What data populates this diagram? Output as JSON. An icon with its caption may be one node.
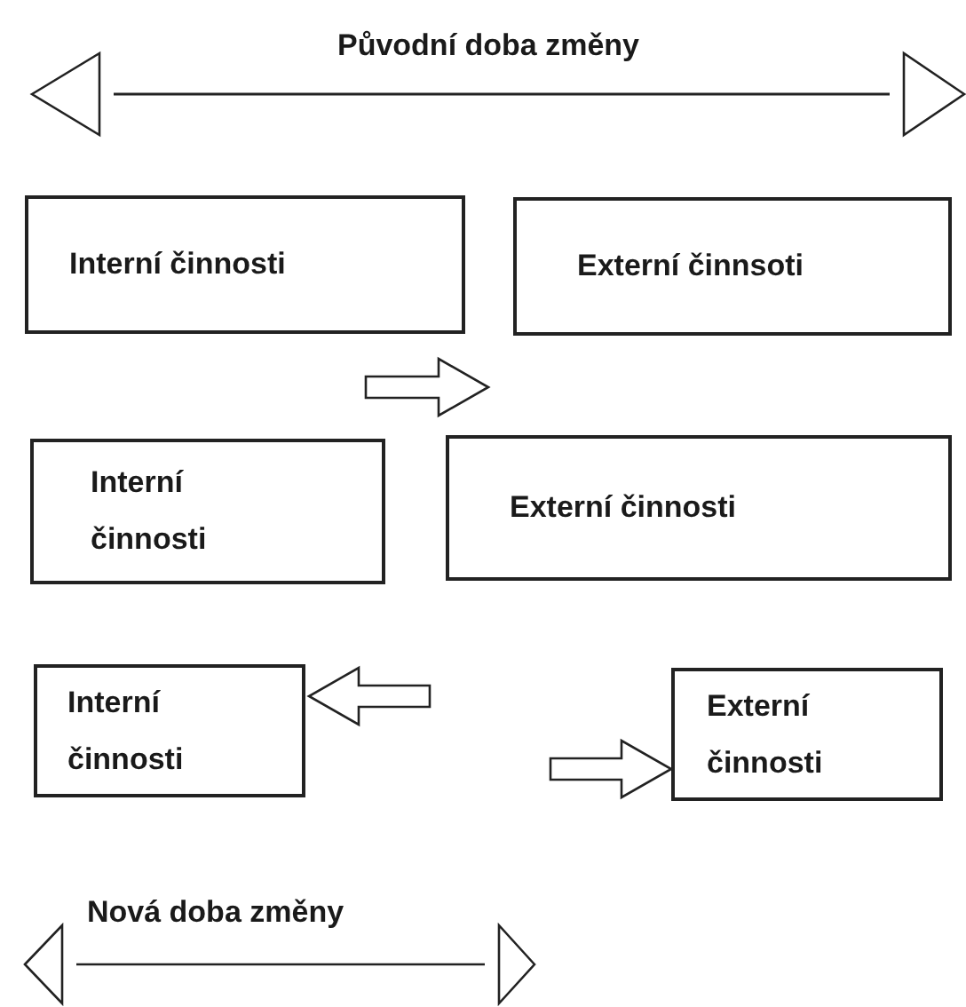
{
  "diagram": {
    "nodes": [
      {
        "text": [
          "Interní činnosti"
        ]
      },
      {
        "text": [
          "Externí činnsoti"
        ]
      },
      {
        "text": [
          "Interní činnosti"
        ]
      },
      {
        "text": [
          "Externí činnosti"
        ]
      },
      {
        "text": [
          "Interní činnosti"
        ]
      },
      {
        "text": [
          "Externí činnosti"
        ]
      }
    ],
    "edges": [
      {
        "from": null,
        "to": 4,
        "arrow": "to"
      },
      {
        "from": null,
        "to": 5,
        "arrow": "to"
      },
      {
        "from": 2,
        "to": 3,
        "arrow": "to"
      }
    ],
    "labels": [
      "Původní doba změny",
      "Nová doba změny"
    ]
  }
}
